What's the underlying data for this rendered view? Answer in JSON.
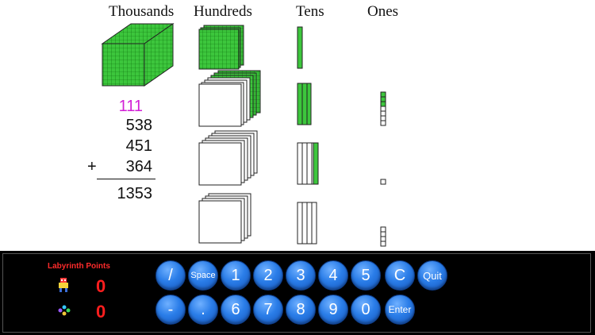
{
  "headers": {
    "thousands": "Thousands",
    "hundreds": "Hundreds",
    "tens": "Tens",
    "ones": "Ones"
  },
  "problem": {
    "carry": "111",
    "addend1": "538",
    "addend2": "451",
    "addend3": "364",
    "operator": "+",
    "sum": "1353"
  },
  "panel": {
    "title": "Labyrinth Points",
    "score1": "0",
    "score2": "0"
  },
  "keypad": {
    "row1": [
      "/",
      "Space",
      "1",
      "2",
      "3",
      "4",
      "5",
      "C",
      "Quit"
    ],
    "row2": [
      "-",
      ".",
      "6",
      "7",
      "8",
      "9",
      "0",
      "Enter"
    ]
  },
  "colors": {
    "block_green": "#3cc63c",
    "carry": "#d21fd6",
    "score_red": "#ff1e1e",
    "key_blue": "#2a7de8"
  }
}
